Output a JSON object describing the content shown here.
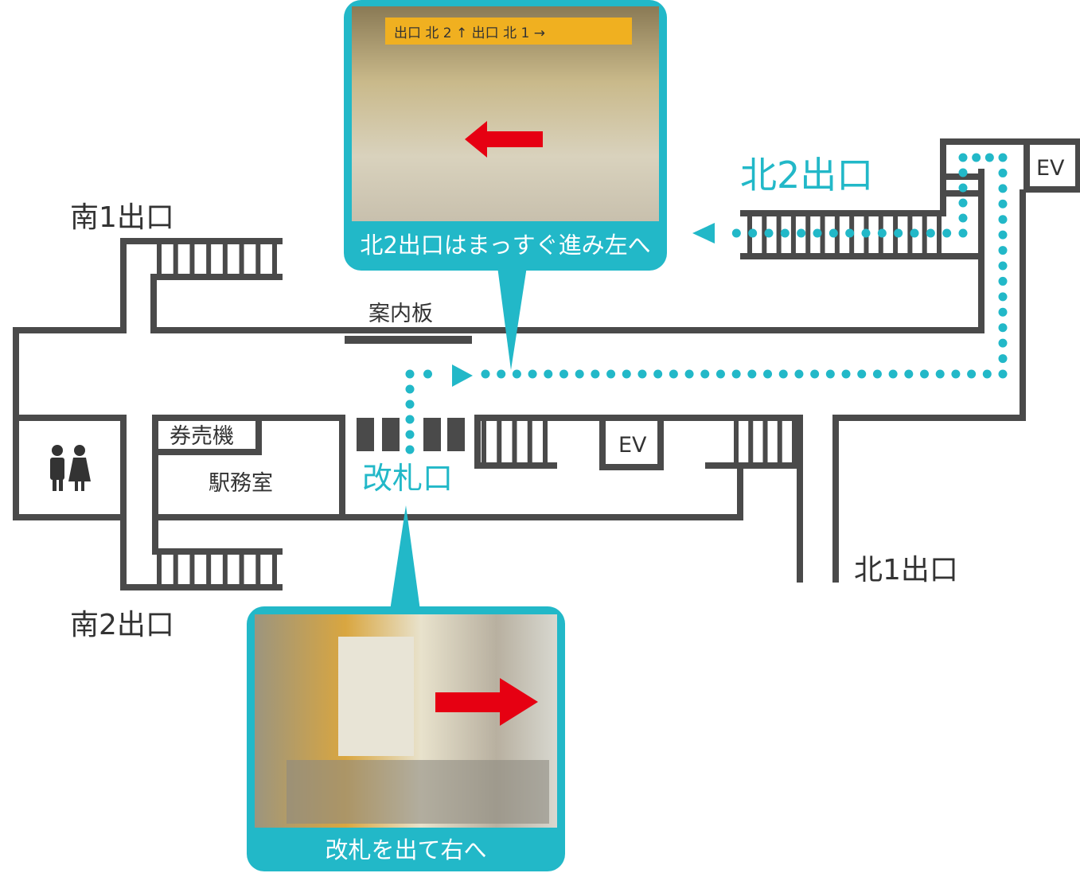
{
  "labels": {
    "south1": "南1出口",
    "south2": "南2出口",
    "north1": "北1出口",
    "north2": "北2出口",
    "info_board": "案内板",
    "ticket_machine": "券売機",
    "station_office": "駅務室",
    "ticket_gate": "改札口",
    "ev_north": "EV",
    "ev_south": "EV"
  },
  "callouts": [
    {
      "caption": "北2出口はまっすぐ進み左へ",
      "sign_text": "出口 北 2 ↑  出口 北 1 →"
    },
    {
      "caption": "改札を出て右へ"
    }
  ],
  "colors": {
    "wall": "#4a4a4a",
    "route": "#22b8c8",
    "arrow": "#e60012"
  }
}
